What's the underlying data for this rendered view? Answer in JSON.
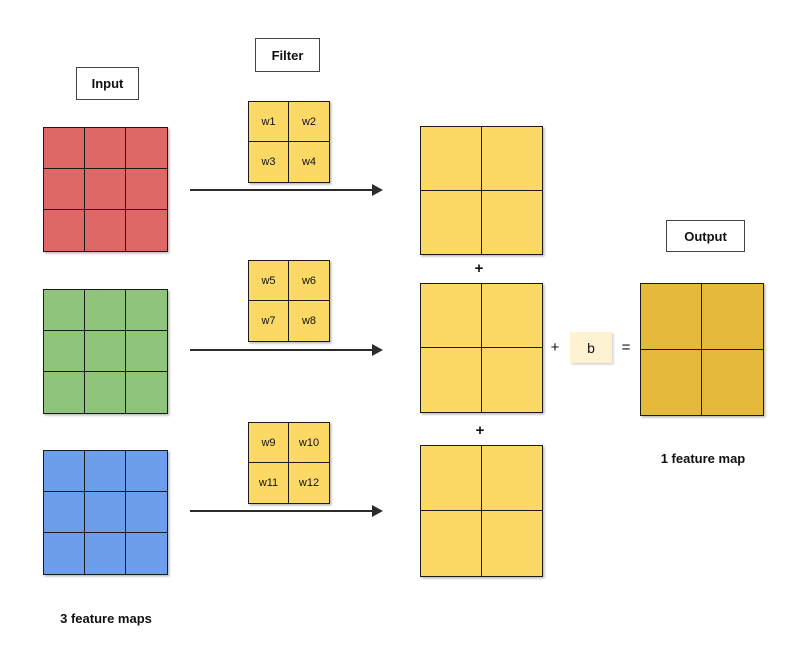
{
  "labels": {
    "input": "Input",
    "filter": "Filter",
    "output": "Output"
  },
  "captions": {
    "input_count": "3 feature maps",
    "output_count": "1 feature map"
  },
  "operators": {
    "plus_1": "+",
    "plus_2": "+",
    "plus_bias": "+",
    "bias": "b",
    "equals": "="
  },
  "input_maps": [
    {
      "name": "red feature map",
      "rows": 3,
      "cols": 3,
      "color": "#DD6866"
    },
    {
      "name": "green feature map",
      "rows": 3,
      "cols": 3,
      "color": "#8FC47D"
    },
    {
      "name": "blue feature map",
      "rows": 3,
      "cols": 3,
      "color": "#6D9EEB"
    }
  ],
  "filters": [
    {
      "cells": [
        "w1",
        "w2",
        "w3",
        "w4"
      ]
    },
    {
      "cells": [
        "w5",
        "w6",
        "w7",
        "w8"
      ]
    },
    {
      "cells": [
        "w9",
        "w10",
        "w11",
        "w12"
      ]
    }
  ],
  "partial_maps": {
    "count": 3,
    "rows": 2,
    "cols": 2,
    "color": "#FCD965"
  },
  "output_map": {
    "rows": 2,
    "cols": 2,
    "color": "#E5B93C"
  },
  "colors": {
    "input_red": "#DD6866",
    "input_green": "#8FC47D",
    "input_blue": "#6D9EEB",
    "filter_yellow": "#FCD965",
    "partial_yellow": "#FCD965",
    "output_gold": "#E5B93C",
    "bias_background": "#FDF2D2",
    "grid_line": "#1B1B1B",
    "background": "#FFFFFF"
  }
}
